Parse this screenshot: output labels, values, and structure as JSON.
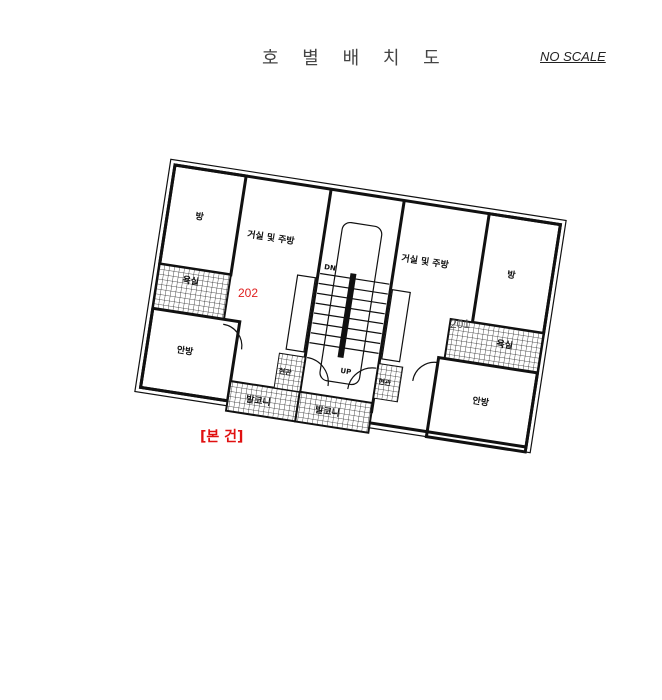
{
  "header": {
    "title": "호 별 배 치 도",
    "scale_note": "NO SCALE"
  },
  "plan": {
    "rooms": {
      "room_left": "방",
      "living_left": "거실 및 주방",
      "bath_left": "욕실",
      "master_left": "안방",
      "room_right": "방",
      "living_right": "거실 및 주방",
      "bath_right": "욕실",
      "master_right": "안방",
      "balcony_left": "발코니",
      "balcony_right": "발코니",
      "entry_left": "현관",
      "entry_right": "현관"
    },
    "stair": {
      "down": "DN",
      "up": "UP"
    },
    "units": {
      "left": "202",
      "right": "201"
    },
    "units_colors": {
      "left": "#e02020",
      "right": "#555555"
    },
    "caption": "[본 건]"
  }
}
